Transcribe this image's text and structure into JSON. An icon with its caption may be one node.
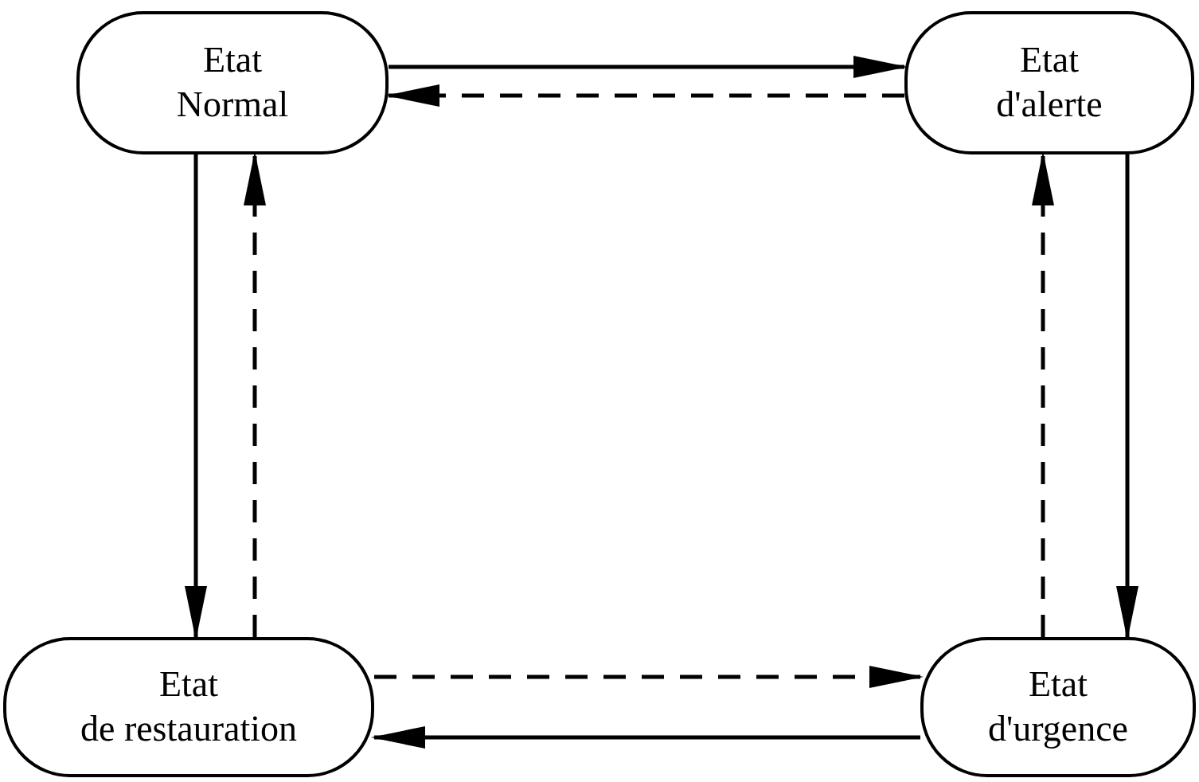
{
  "diagram": {
    "nodes": [
      {
        "text": [
          "Etat Normal"
        ]
      },
      {
        "text": [
          "Etat d'alerte"
        ]
      },
      {
        "text": [
          "Etat de restauration"
        ]
      },
      {
        "text": [
          "Etat d'urgence"
        ]
      }
    ],
    "edges": [
      {
        "from": 0,
        "to": 1,
        "arrow": "to"
      },
      {
        "from": 1,
        "to": 0,
        "arrow": "to",
        "style": "dashed"
      },
      {
        "from": 0,
        "to": 2,
        "arrow": "to"
      },
      {
        "from": 2,
        "to": 0,
        "arrow": "to",
        "style": "dashed"
      },
      {
        "from": 1,
        "to": 3,
        "arrow": "to"
      },
      {
        "from": 3,
        "to": 1,
        "arrow": "to",
        "style": "dashed"
      },
      {
        "from": 2,
        "to": 3,
        "arrow": "to",
        "style": "dashed"
      },
      {
        "from": 3,
        "to": 2,
        "arrow": "to"
      }
    ]
  }
}
